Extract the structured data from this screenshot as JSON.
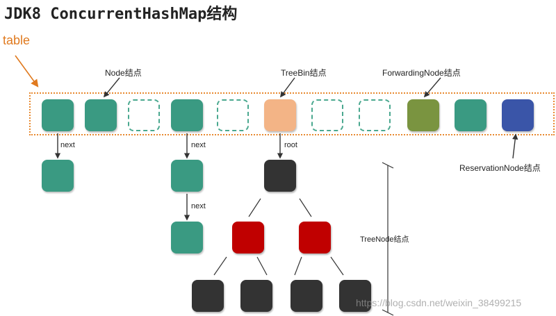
{
  "title": "JDK8 ConcurrentHashMap结构",
  "table_label": "table",
  "labels": {
    "node": "Node结点",
    "treebin": "TreeBin结点",
    "forwarding": "ForwardingNode结点",
    "reservation": "ReservationNode结点",
    "treenode": "TreeNode结点",
    "next": "next",
    "root": "root"
  },
  "watermark": "https://blog.csdn.net/weixin_38499215",
  "colors": {
    "node": "#3a9a82",
    "treebin": "#f3b486",
    "forwarding": "#7a9440",
    "reservation": "#3a55a8",
    "tree_black": "#333333",
    "tree_red": "#c00000",
    "table_outline": "#e8892f"
  }
}
